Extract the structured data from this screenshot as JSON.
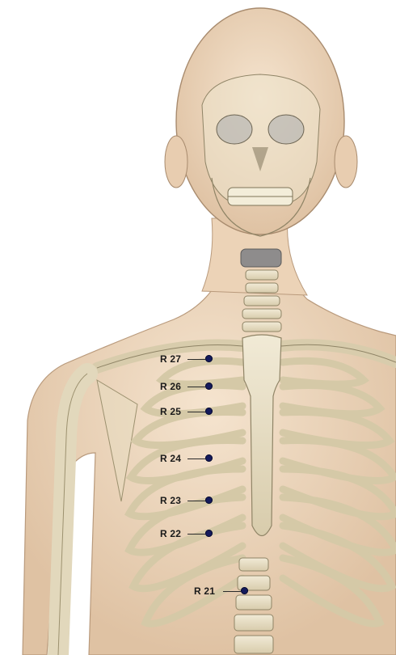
{
  "points": [
    {
      "label": "R 27"
    },
    {
      "label": "R 26"
    },
    {
      "label": "R 25"
    },
    {
      "label": "R 24"
    },
    {
      "label": "R 23"
    },
    {
      "label": "R 22"
    },
    {
      "label": "R 21"
    }
  ],
  "colors": {
    "skin": "#efd9c1",
    "skin_shadow": "#d9b99a",
    "bone": "#e9e1c9",
    "bone_shadow": "#b9ad8c",
    "point": "#141a5c",
    "label": "#1a1a1a"
  }
}
